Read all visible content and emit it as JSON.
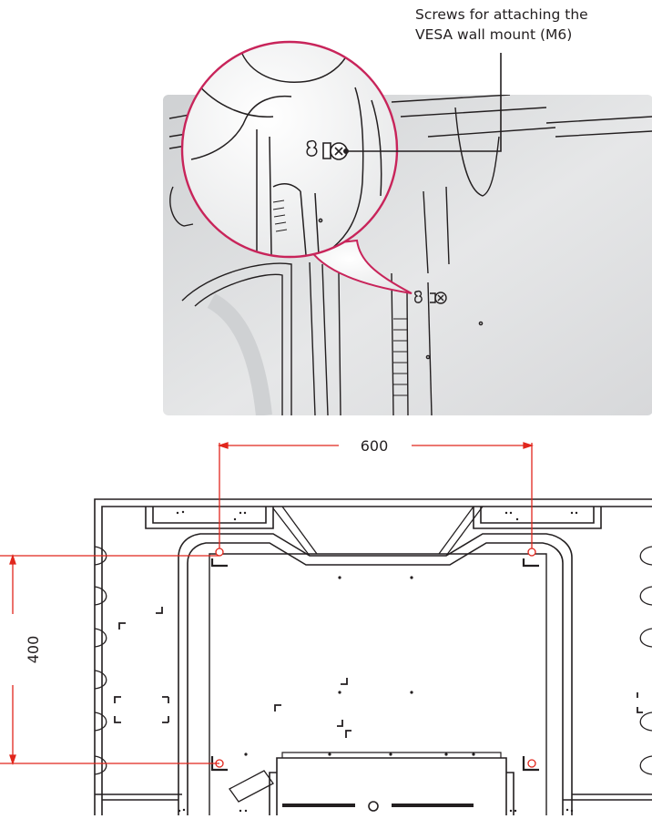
{
  "callout": {
    "line1": "Screws for attaching the",
    "line2": "VESA wall mount (M6)"
  },
  "dimensions": {
    "width": "600",
    "height": "400"
  },
  "colors": {
    "magnifier_ring": "#c8245a",
    "dimension_line": "#e1261c",
    "outline": "#231f20",
    "panel_shade": "#dfe0e1"
  },
  "icons": [
    "screw-icon",
    "keyhole-slot-icon",
    "vesa-mount-hole-icon"
  ]
}
